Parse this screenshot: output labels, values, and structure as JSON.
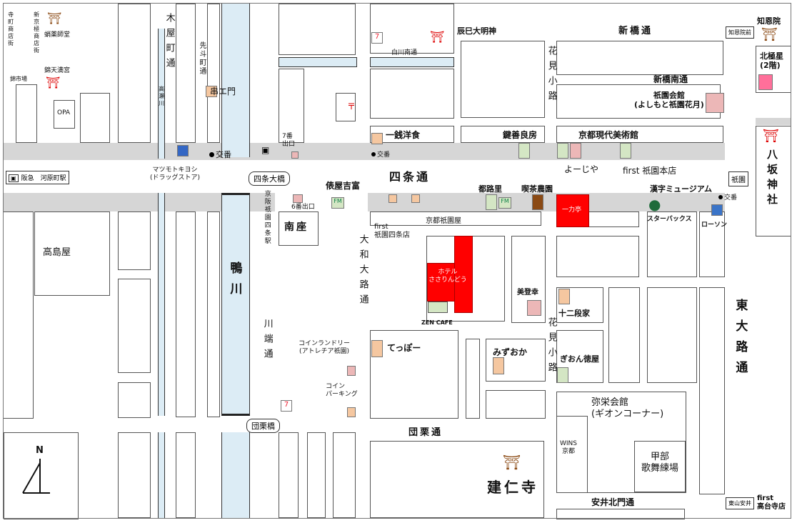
{
  "streets": {
    "shijo": "四条通",
    "shinbashi": "新橋通",
    "shinbashi_minami": "新橋南通",
    "shirakawa_minami": "白川南通",
    "dangurito": "団栗通",
    "yasui_kitamon": "安井北門通",
    "kiyamachi": "木屋町通",
    "sendocho": "先斗町通",
    "takase": "高瀬川",
    "kamogawa": "鴨川",
    "kawabata": "川端通",
    "yamato_oji": "大和大路通",
    "hanami_koji_n": "花見小路",
    "hanami_koji_s": "花見小路",
    "higashi_oji": "東大路通",
    "teramachi": "寺町商店街",
    "shinkyogoku": "新京極商店街",
    "nishikiichiba": "錦市場"
  },
  "places": {
    "takashimaya": "高島屋",
    "opa": "OPA",
    "nishiki_tenmangu": "錦天満宮",
    "shokunin_temple": "蛸薬師堂",
    "kushikatsu": "串エ門",
    "matsumoto": "マツモトキヨシ\n(ドラッグストア)",
    "shijo_bridge": "四条大橋",
    "dangurito_bridge": "団栗橋",
    "hankyu_kawaramachi": "阪急　河原町駅",
    "keihan_station": "京阪祇園四条駅",
    "exit7": "7番\n出口",
    "exit6": "6番出口",
    "minamiza": "南座",
    "tawaraya": "俵屋吉富",
    "issen_yoshoku": "一銭洋食",
    "kagizen": "鍵善良房",
    "kyoto_gendai": "京都現代美術館",
    "yojiya": "よーじや",
    "first_gion_honten": "first 祇園本店",
    "gion_kaikan": "祇園会館\n(よしもと祇園花月)",
    "tatsumi": "辰巳大明神",
    "tsujiri": "都路里",
    "kissa_nouen": "喫茶農園",
    "ichiriki": "一力亭",
    "kanji_museum": "漢字ミュージアム",
    "starbucks": "スターバックス",
    "lawson": "ローソン",
    "first_shijo": "first\n祇園四条店",
    "kyoto_gionya": "京都祇園屋",
    "hotel": "ホテル\nささりんどう",
    "zen_cafe": "ZEN CAFE",
    "bitoko": "美登幸",
    "junidanya": "十二段家",
    "teppo": "てっぽー",
    "mizuoka": "みずおか",
    "gion_tokuya": "ぎおん徳屋",
    "laundry": "コインランドリー\n(アトレチア祇園)",
    "parking": "コイン\nパーキング",
    "yasaka_kaikan": "弥栄会館\n(ギオンコーナー)",
    "wins": "WINS\n京都",
    "kobu": "甲部\n歌舞練場",
    "kenninji": "建仁寺",
    "yasaka": "八坂神社",
    "chionin": "知恩院",
    "chionin_sign": "知恩院前",
    "kitagokuya": "北極星\n(2階)",
    "gion_sign": "祇園",
    "higashiyama_yasui": "東山安井",
    "first_kodaiji": "first\n高台寺店",
    "police": "交番",
    "north": "N"
  },
  "colors": {
    "road": "#d6d6d6",
    "river": "#dcecf5",
    "hotel": "#ff0000",
    "orange": "#f5c7a0",
    "green": "#d4e6c4",
    "pink": "#ecb7b7"
  }
}
